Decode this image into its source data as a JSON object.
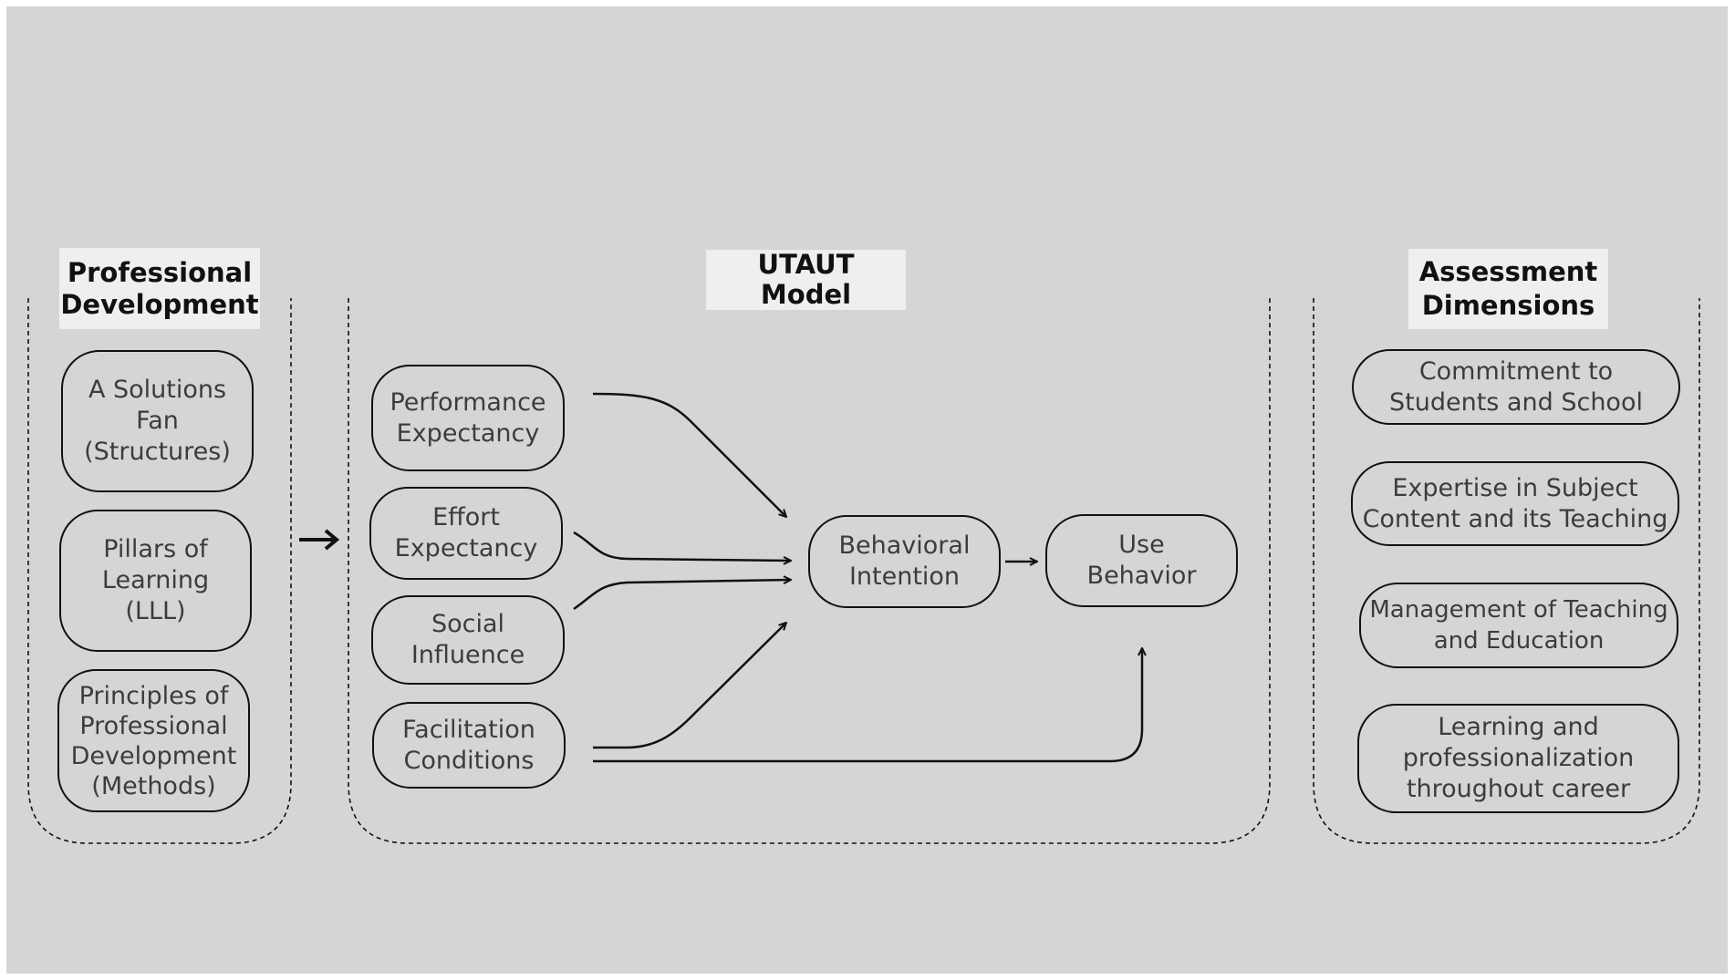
{
  "sections": {
    "professional_development": {
      "title_lines": [
        "Professional",
        "Development"
      ],
      "items": [
        {
          "lines": [
            "A Solutions",
            "Fan",
            "(Structures)"
          ]
        },
        {
          "lines": [
            "Pillars of",
            "Learning",
            "(LLL)"
          ]
        },
        {
          "lines": [
            "Principles of",
            "Professional",
            "Development",
            "(Methods)"
          ]
        }
      ]
    },
    "utaut": {
      "title_lines": [
        "UTAUT",
        "Model"
      ],
      "determinants": [
        {
          "lines": [
            "Performance",
            "Expectancy"
          ]
        },
        {
          "lines": [
            "Effort",
            "Expectancy"
          ]
        },
        {
          "lines": [
            "Social",
            "Influence"
          ]
        },
        {
          "lines": [
            "Facilitation",
            "Conditions"
          ]
        }
      ],
      "intention": {
        "lines": [
          "Behavioral",
          "Intention"
        ]
      },
      "behavior": {
        "lines": [
          "Use",
          "Behavior"
        ]
      }
    },
    "assessment": {
      "title_lines": [
        "Assessment",
        "Dimensions"
      ],
      "items": [
        {
          "lines": [
            "Commitment to",
            "Students and School"
          ]
        },
        {
          "lines": [
            "Expertise in Subject",
            "Content and its Teaching"
          ]
        },
        {
          "lines": [
            "Management of Teaching",
            "and Education"
          ]
        },
        {
          "lines": [
            "Learning and",
            "professionalization",
            "throughout career"
          ]
        }
      ]
    }
  },
  "colors": {
    "background": "#d4d6d5",
    "title_box": "#efefef",
    "stroke": "#111111",
    "pill_text": "#3c3c3c"
  }
}
